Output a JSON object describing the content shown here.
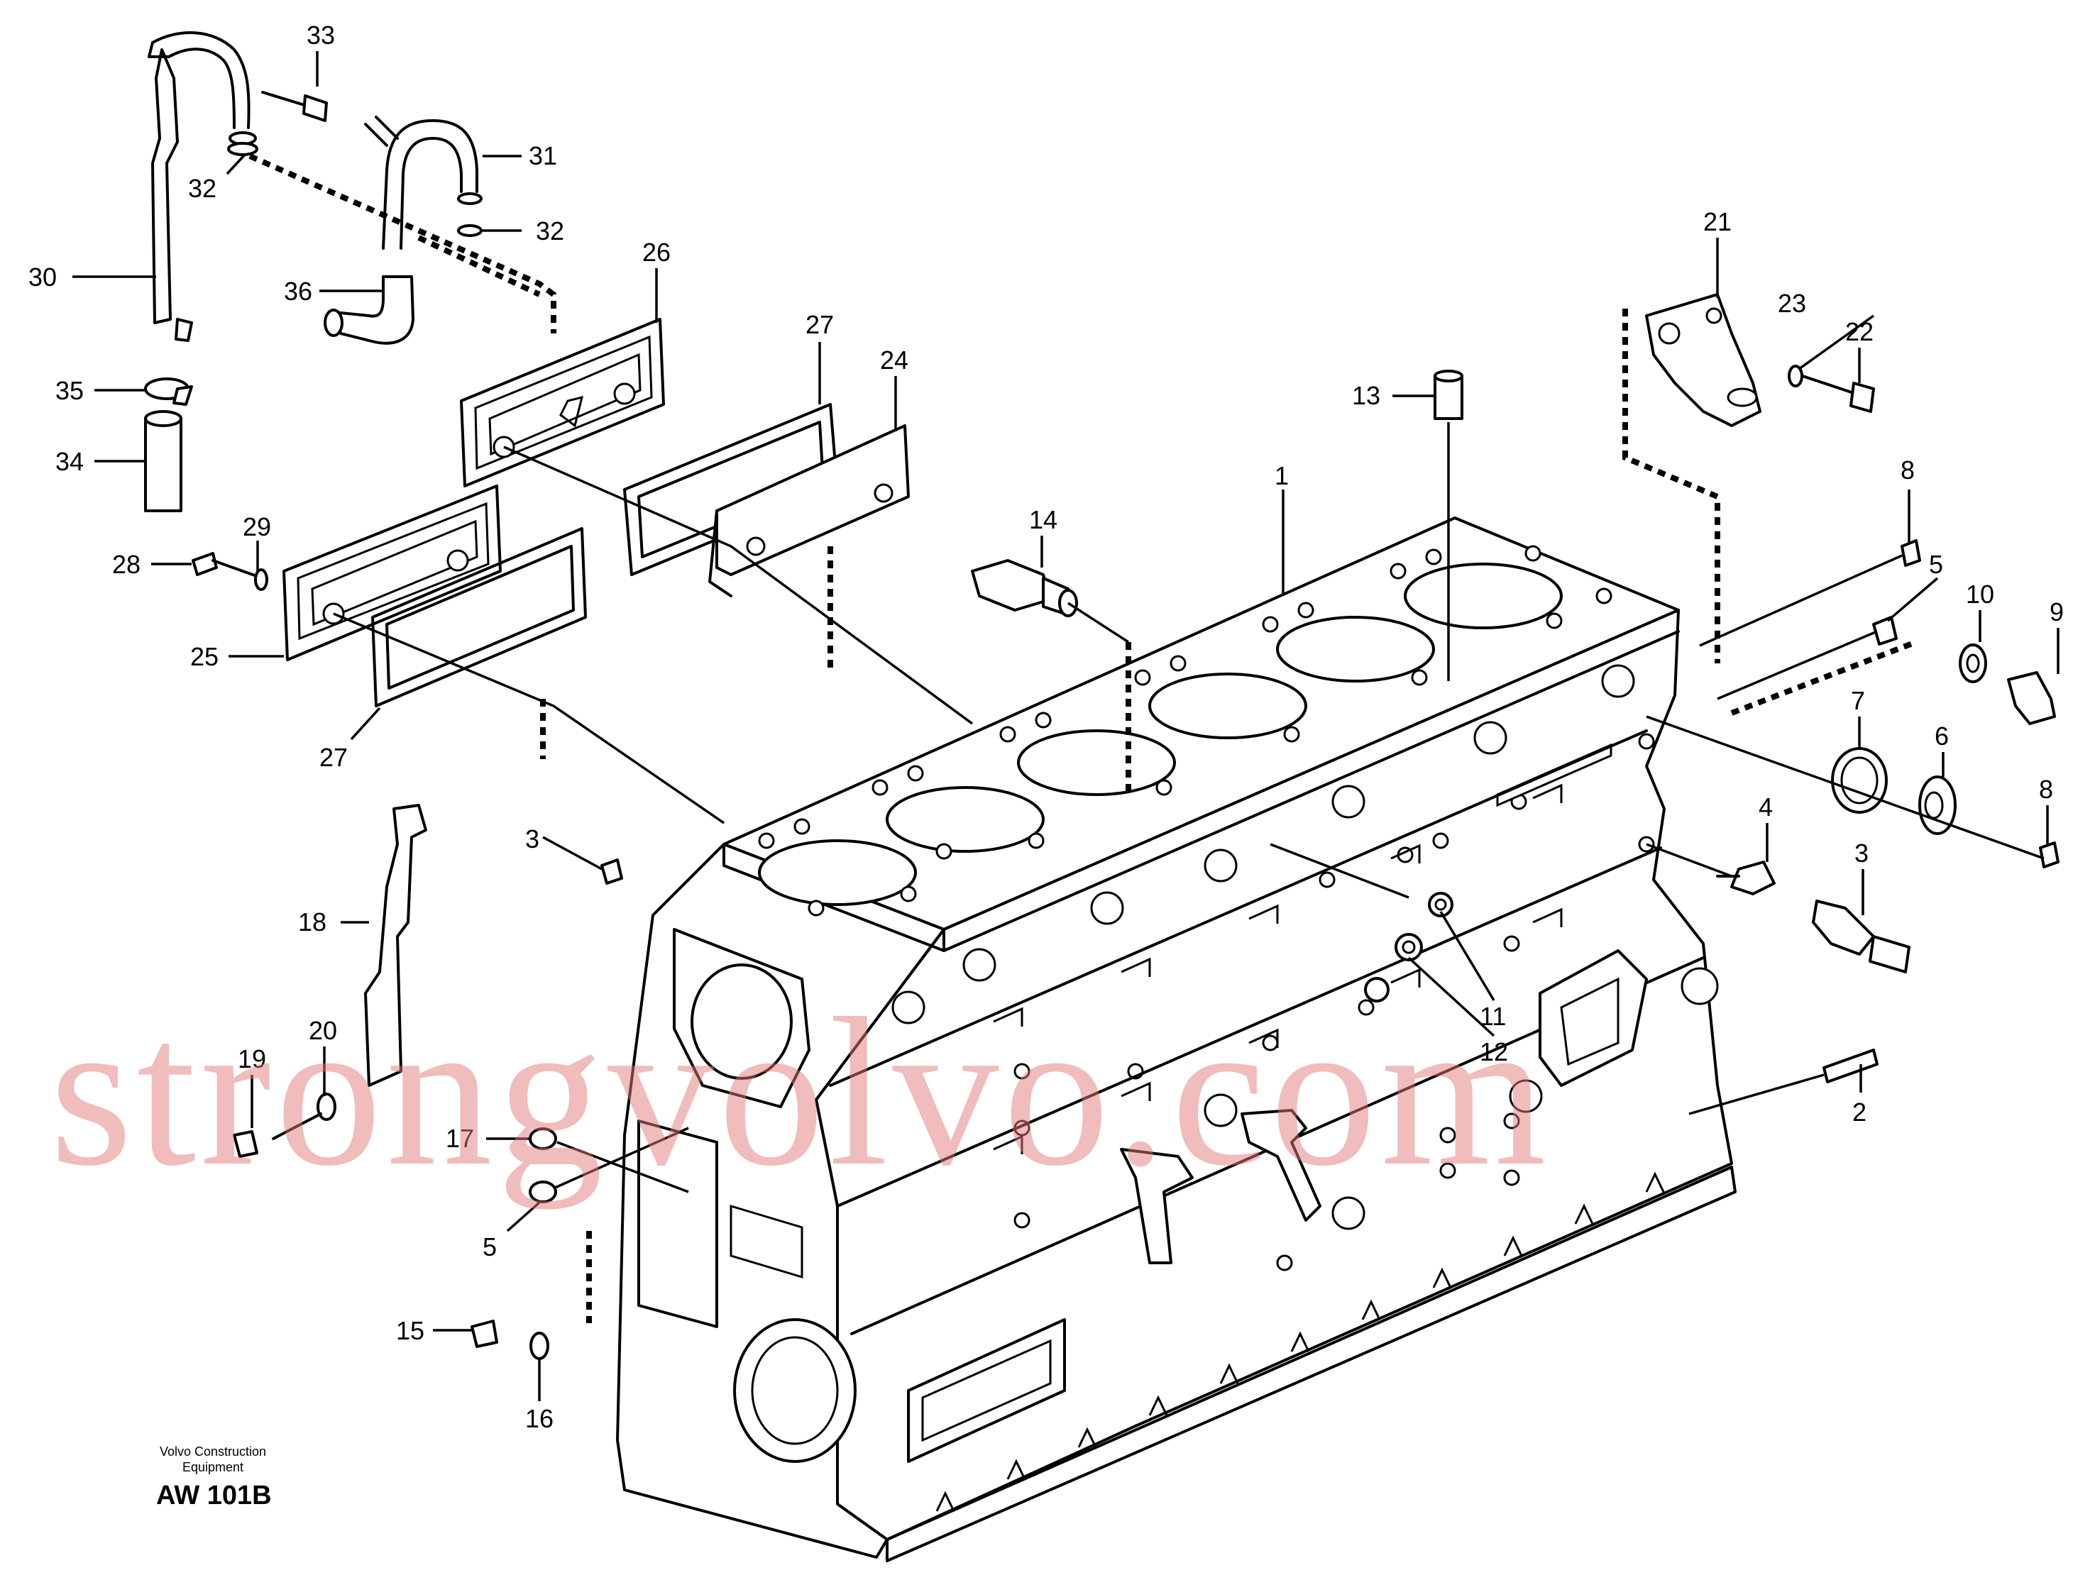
{
  "callouts": {
    "c1": "1",
    "c2": "2",
    "c3": "3",
    "c3b": "3",
    "c4": "4",
    "c5a": "5",
    "c5b": "5",
    "c6": "6",
    "c7": "7",
    "c8a": "8",
    "c8b": "8",
    "c9": "9",
    "c10": "10",
    "c11": "11",
    "c12": "12",
    "c13": "13",
    "c14": "14",
    "c15": "15",
    "c16": "16",
    "c17": "17",
    "c18": "18",
    "c19": "19",
    "c20": "20",
    "c21": "21",
    "c22": "22",
    "c23": "23",
    "c24": "24",
    "c25": "25",
    "c26": "26",
    "c27a": "27",
    "c27b": "27",
    "c28": "28",
    "c29": "29",
    "c30": "30",
    "c31": "31",
    "c32a": "32",
    "c32b": "32",
    "c33": "33",
    "c34": "34",
    "c35": "35",
    "c36": "36"
  },
  "caption": {
    "line1": "Volvo Construction",
    "line2": "Equipment",
    "code": "AW 101B"
  },
  "watermark": "strongvolvo.com"
}
